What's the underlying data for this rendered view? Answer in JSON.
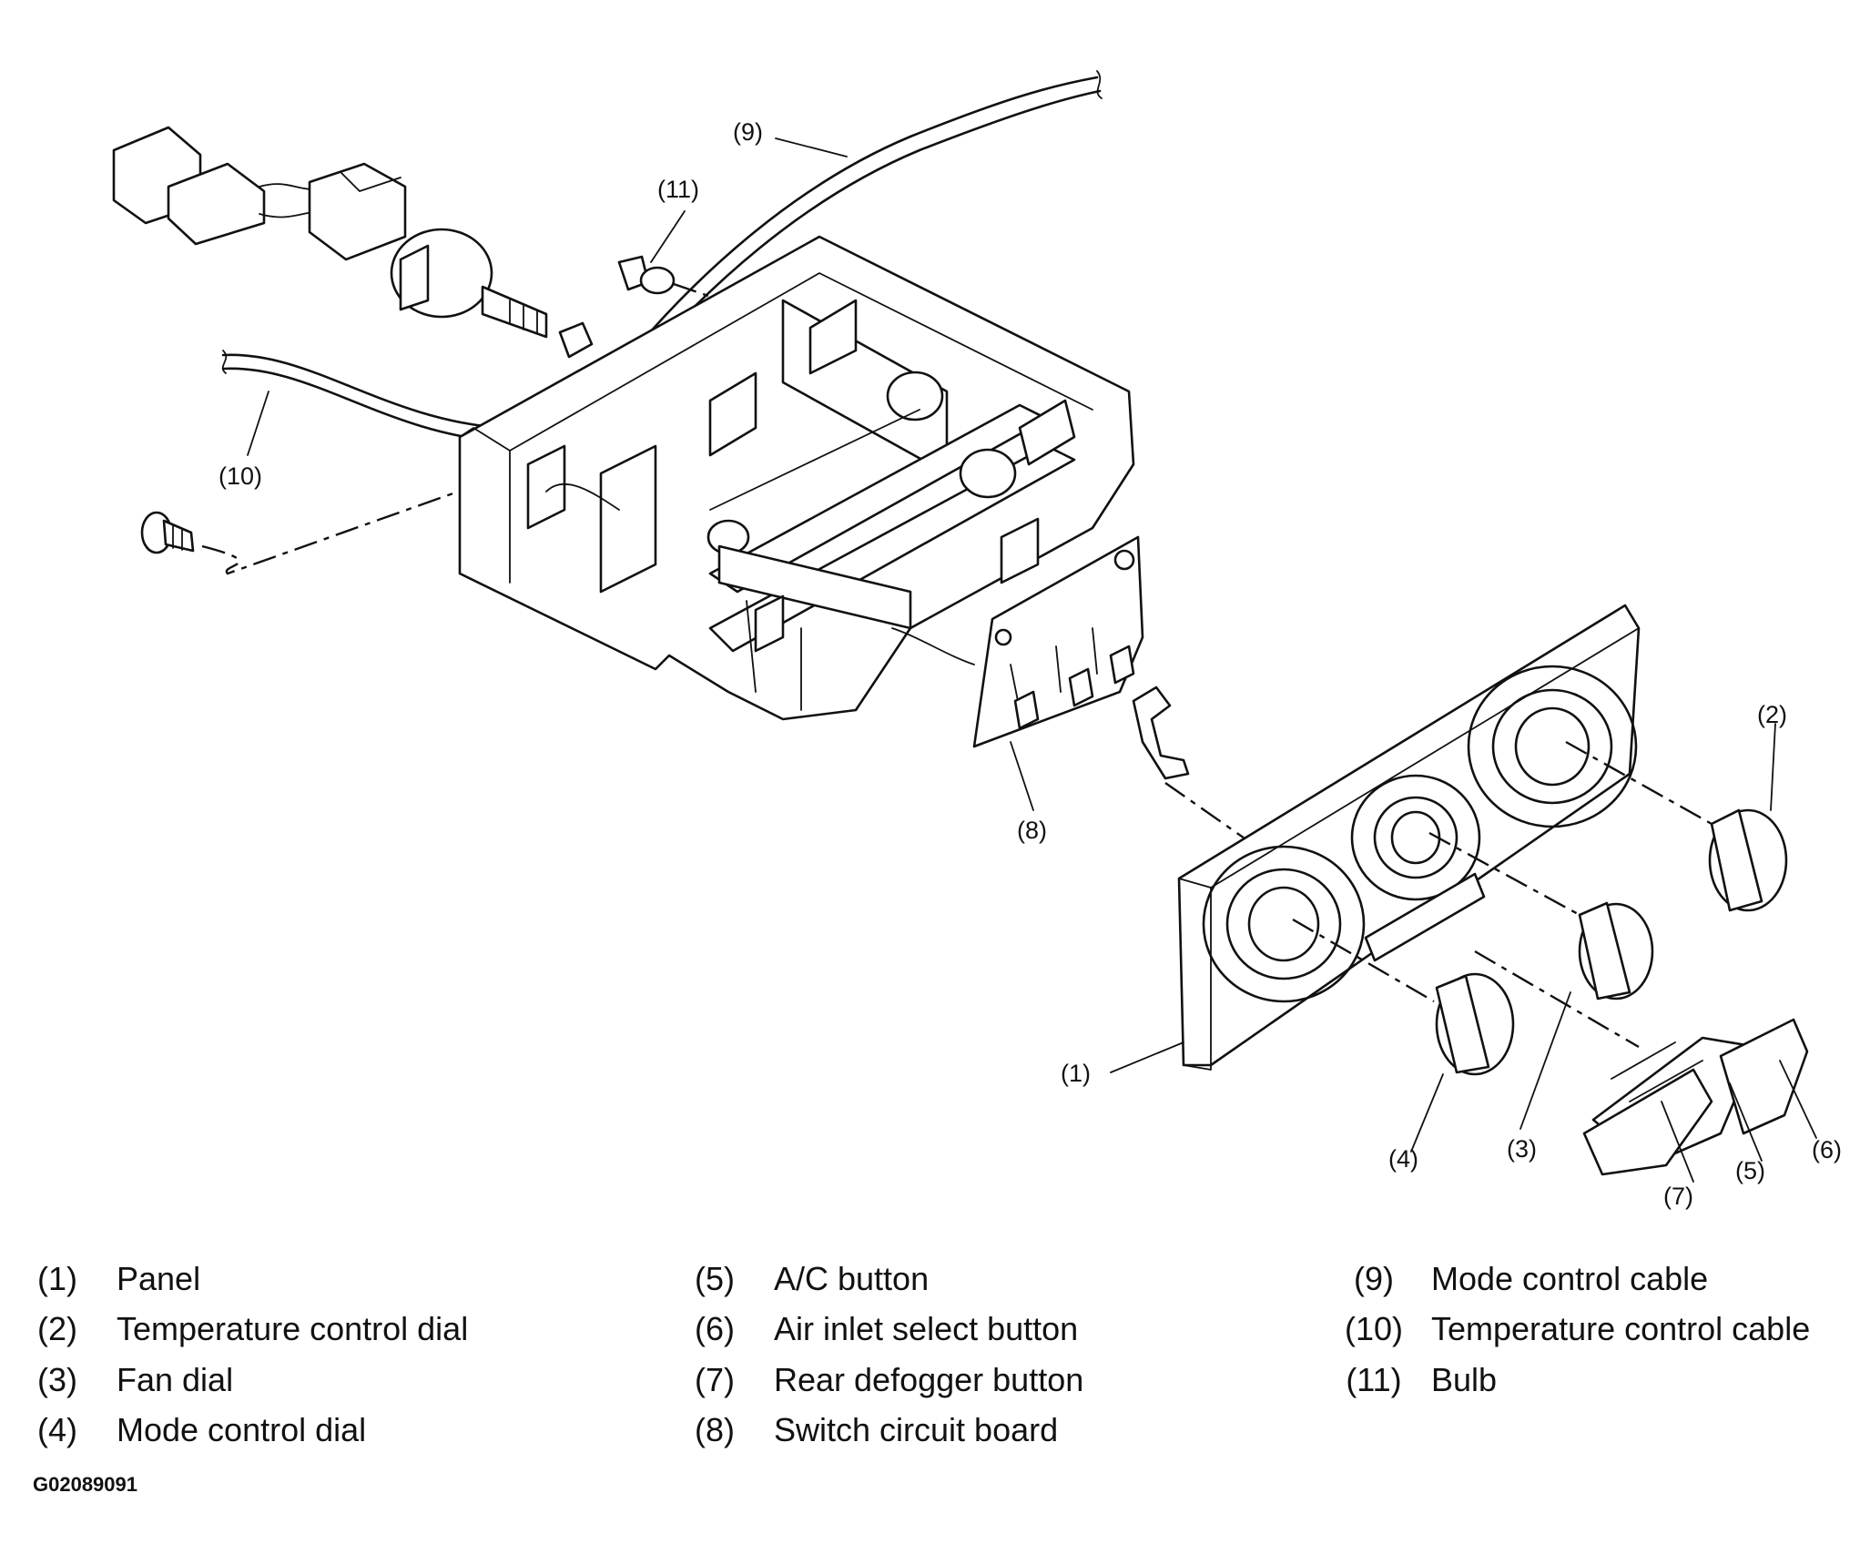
{
  "callouts": {
    "c1": "(1)",
    "c2": "(2)",
    "c3": "(3)",
    "c4": "(4)",
    "c5": "(5)",
    "c6": "(6)",
    "c7": "(7)",
    "c8": "(8)",
    "c9": "(9)",
    "c10": "(10)",
    "c11": "(11)"
  },
  "legend": [
    {
      "num": "(1)",
      "text": "Panel"
    },
    {
      "num": "(2)",
      "text": "Temperature control dial"
    },
    {
      "num": "(3)",
      "text": "Fan dial"
    },
    {
      "num": "(4)",
      "text": "Mode control dial"
    },
    {
      "num": "(5)",
      "text": "A/C button"
    },
    {
      "num": "(6)",
      "text": "Air inlet select button"
    },
    {
      "num": "(7)",
      "text": "Rear defogger button"
    },
    {
      "num": "(8)",
      "text": "Switch circuit board"
    },
    {
      "num": "(9)",
      "text": "Mode control cable"
    },
    {
      "num": "(10)",
      "text": "Temperature control cable"
    },
    {
      "num": "(11)",
      "text": "Bulb"
    }
  ],
  "figure_code": "G02089091"
}
